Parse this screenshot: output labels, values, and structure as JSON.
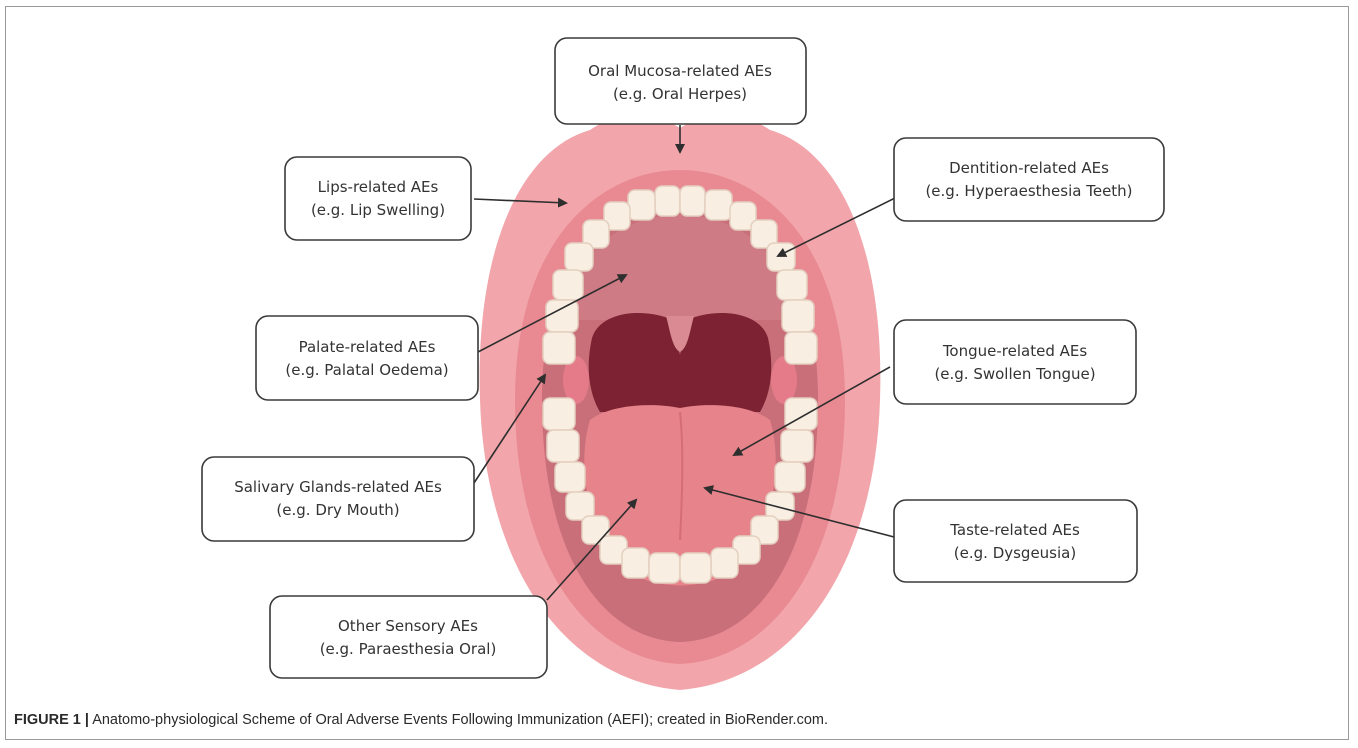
{
  "labels": {
    "oral_mucosa": {
      "line1": "Oral Mucosa-related AEs",
      "line2": "(e.g. Oral Herpes)"
    },
    "lips": {
      "line1": "Lips-related AEs",
      "line2": "(e.g. Lip Swelling)"
    },
    "dentition": {
      "line1": "Dentition-related AEs",
      "line2": "(e.g. Hyperaesthesia Teeth)"
    },
    "palate": {
      "line1": "Palate-related AEs",
      "line2": "(e.g. Palatal Oedema)"
    },
    "tongue": {
      "line1": "Tongue-related AEs",
      "line2": "(e.g. Swollen Tongue)"
    },
    "salivary": {
      "line1": "Salivary Glands-related AEs",
      "line2": "(e.g. Dry Mouth)"
    },
    "taste": {
      "line1": "Taste-related AEs",
      "line2": "(e.g. Dysgeusia)"
    },
    "sensory": {
      "line1": "Other Sensory AEs",
      "line2": "(e.g. Paraesthesia Oral)"
    }
  },
  "caption": {
    "prefix": "FIGURE 1 |",
    "text": " Anatomo-physiological Scheme of Oral Adverse Events Following Immunization (AEFI); created in BioRender.com."
  },
  "colors": {
    "lips_outer": "#f2a6ab",
    "lips_inner": "#e98a92",
    "palate": "#c9707a",
    "throat": "#7c2232",
    "tongue": "#e7838b",
    "teeth": "#f8eee2"
  }
}
